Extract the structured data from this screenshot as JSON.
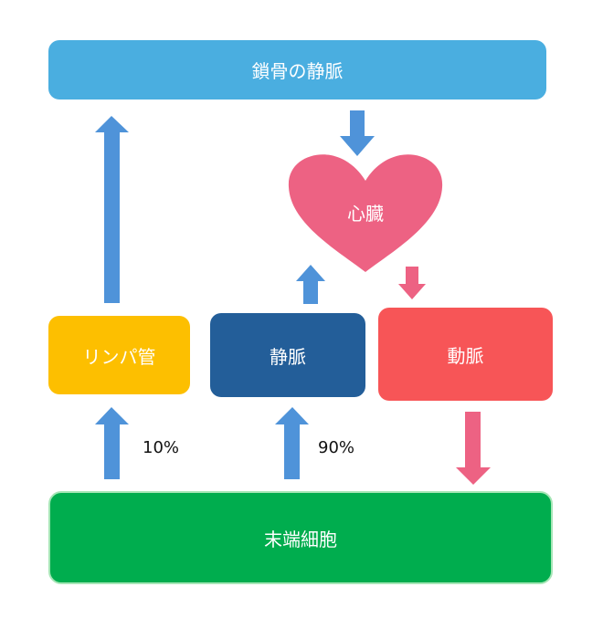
{
  "nodes": {
    "subclavian_vein": "鎖骨の静脈",
    "heart": "心臓",
    "lymph_vessel": "リンパ管",
    "vein": "静脈",
    "artery": "動脈",
    "peripheral_cells": "末端細胞"
  },
  "labels": {
    "lymph_percent": "10%",
    "vein_percent": "90%"
  },
  "colors": {
    "subclavian_vein": "#4aaee0",
    "heart": "#ed6283",
    "lymph_vessel": "#fdbf00",
    "vein": "#235e99",
    "artery": "#f75557",
    "peripheral_cells": "#00ad4e",
    "blue_arrow": "#4f93d9",
    "pink_arrow": "#ed6283"
  }
}
